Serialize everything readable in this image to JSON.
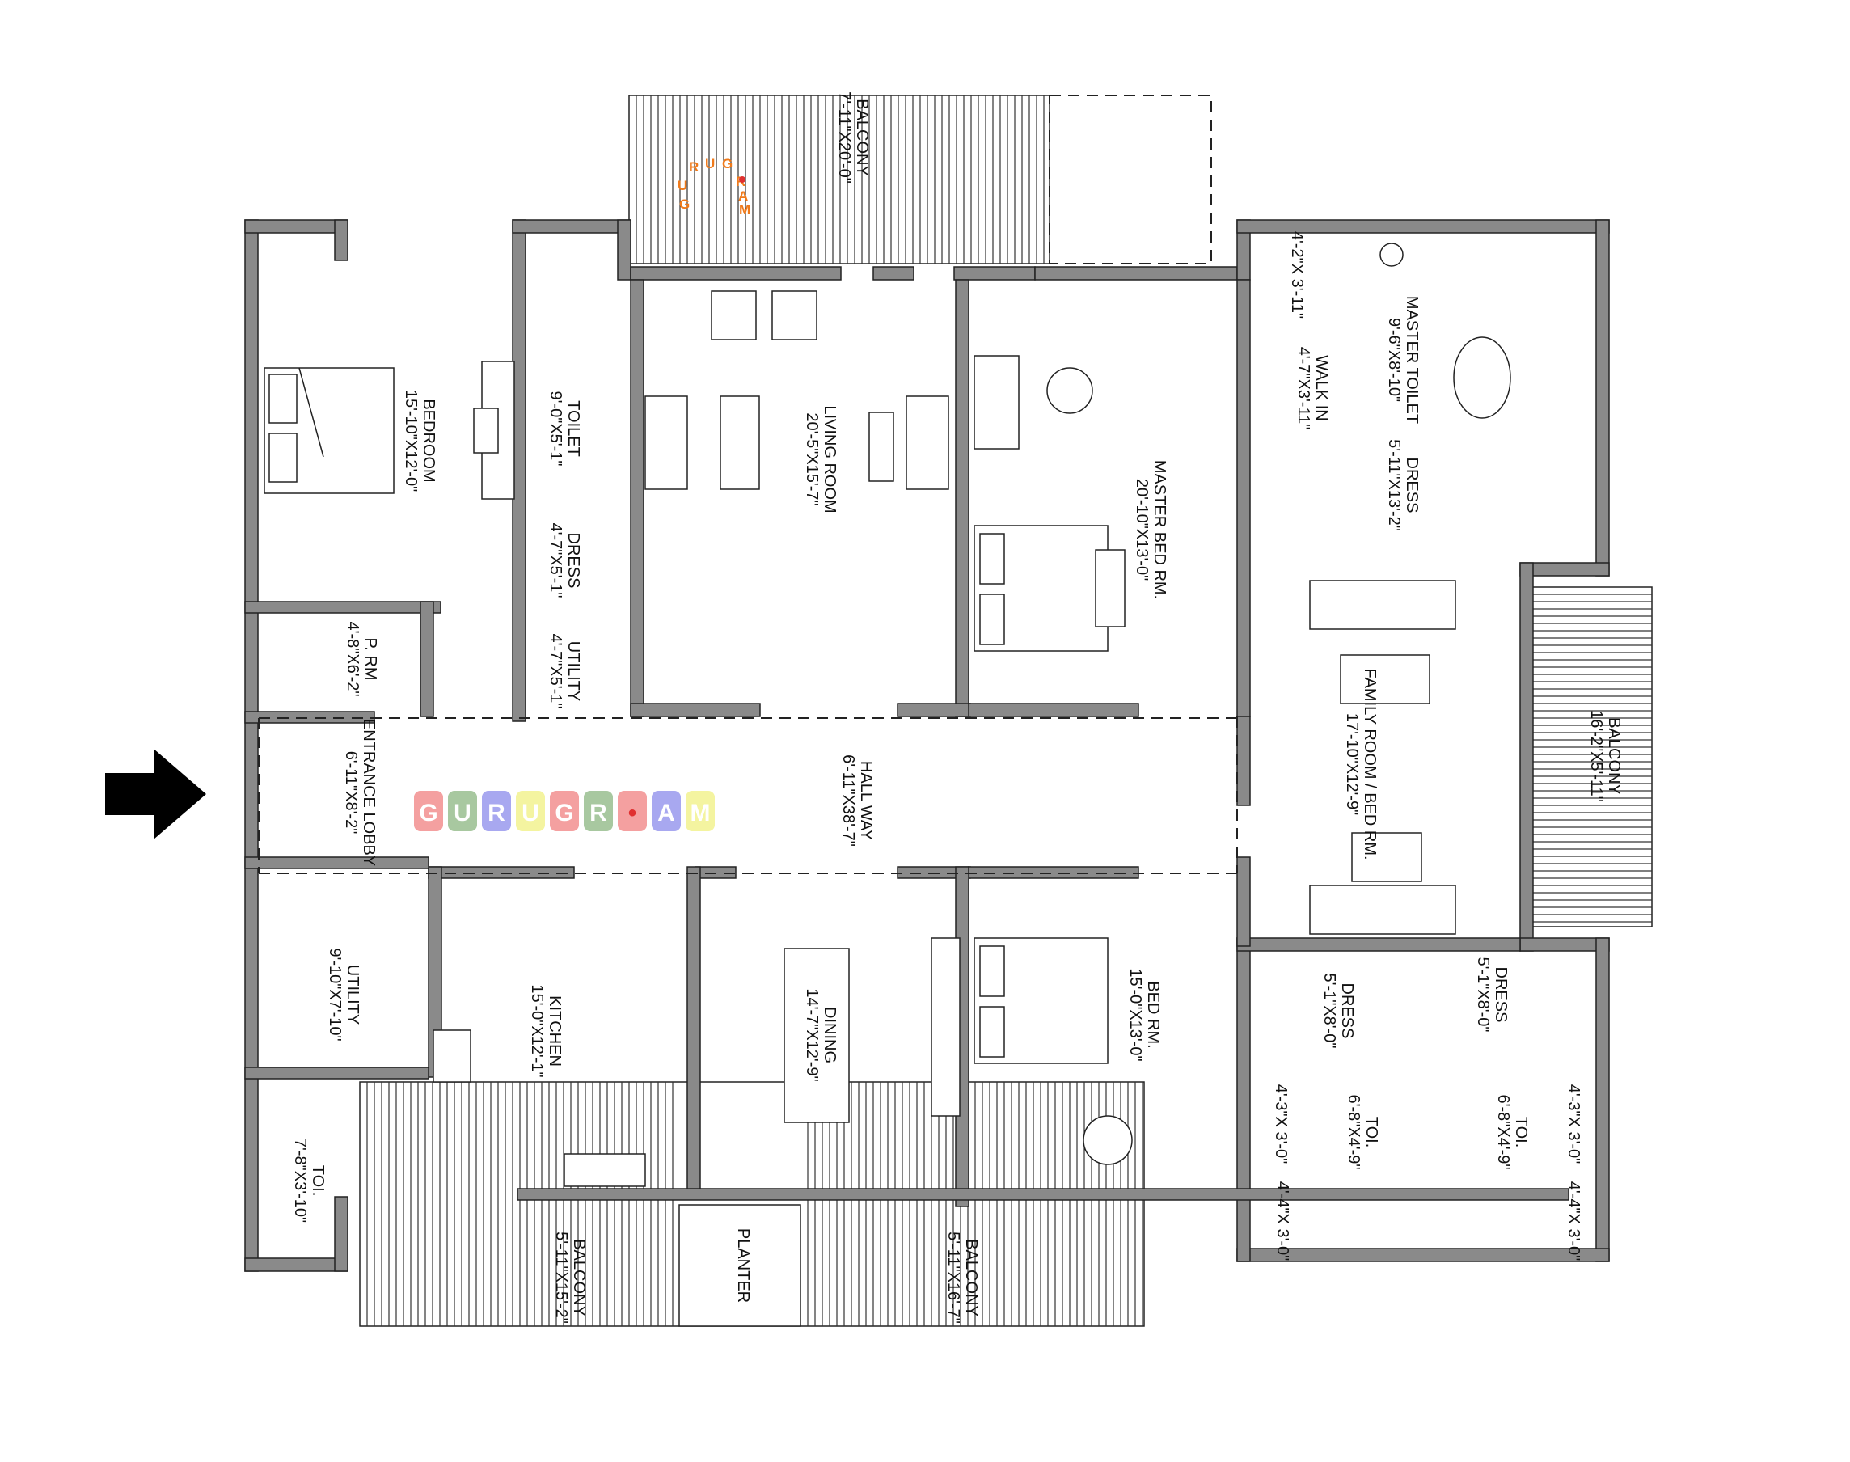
{
  "rooms": {
    "balcony_top": {
      "name": "BALCONY",
      "size": "7'-11\"X20'-0\""
    },
    "bedroom": {
      "name": "BEDROOM",
      "size": "15'-10\"X12'-0\""
    },
    "toilet": {
      "name": "TOILET",
      "size": "9'-0\"X5'-1\""
    },
    "dress_left": {
      "name": "DRESS",
      "size": "4'-7\"X5'-1\""
    },
    "utility_small": {
      "name": "UTILITY",
      "size": "4'-7\"X5'-1\""
    },
    "living_room": {
      "name": "LIVING ROOM",
      "size": "20'-5\"X15'-7\""
    },
    "master_bed": {
      "name": "MASTER BED RM.",
      "size": "20'-10\"X13'-0\""
    },
    "master_toilet": {
      "name": "MASTER TOILET",
      "size": "9'-6\"X8'-10\""
    },
    "walk_in": {
      "name": "WALK IN",
      "size": "4'-7\"X3'-11\""
    },
    "dress_master": {
      "name": "DRESS",
      "size": "5'-11\"X13'-2\""
    },
    "wc_master": {
      "size": "4'-2\"X 3'-11\""
    },
    "p_rm": {
      "name": "P. RM",
      "size": "4'-8\"X6'-2\""
    },
    "entrance_lobby": {
      "name": "ENTRANCE LOBBY",
      "size": "6'-11\"X8'-2\""
    },
    "hall_way": {
      "name": "HALL WAY",
      "size": "6'-11\"X38'-7\""
    },
    "family_room": {
      "name": "FAMILY ROOM / BED RM.",
      "size": "17'-10\"X12'-9\""
    },
    "balcony_right": {
      "name": "BALCONY",
      "size": "16'-2\"X5'-11\""
    },
    "utility_large": {
      "name": "UTILITY",
      "size": "9'-10\"X7'-10\""
    },
    "kitchen": {
      "name": "KITCHEN",
      "size": "15'-0\"X12'-1\""
    },
    "dining": {
      "name": "DINING",
      "size": "14'-7\"X12'-9\""
    },
    "bed_rm": {
      "name": "BED RM.",
      "size": "15'-0\"X13'-0\""
    },
    "dress_a": {
      "name": "DRESS",
      "size": "5'-1\"X8'-0\""
    },
    "dress_b": {
      "name": "DRESS",
      "size": "5'-1\"X8'-0\""
    },
    "toi_a": {
      "name": "TOI.",
      "size": "6'-8\"X4'-9\""
    },
    "toi_b": {
      "name": "TOI.",
      "size": "6'-8\"X4'-9\""
    },
    "wc_a": {
      "size": "4'-3\"X 3'-0\""
    },
    "wc_b": {
      "size": "4'-3\"X 3'-0\""
    },
    "wc_c": {
      "size": "4'-4\"X 3'-0\""
    },
    "wc_d": {
      "size": "4'-4\"X 3'-0\""
    },
    "toi_left": {
      "name": "TOI.",
      "size": "7'-8\"X3'-10\""
    },
    "balcony_bottom_left": {
      "name": "BALCONY",
      "size": "5'-11\"X15'-2\""
    },
    "planter": {
      "name": "PLANTER"
    },
    "balcony_bottom_right": {
      "name": "BALCONY",
      "size": "5'-11\"X16'-7\""
    }
  },
  "watermark": {
    "letters": [
      "G",
      "U",
      "R",
      "U",
      "G",
      "R",
      "•",
      "A",
      "M"
    ],
    "colors": [
      "#f4a0a0",
      "#a8c8a0",
      "#a8a8f0",
      "#f4f4a0",
      "#f4a0a0",
      "#a8c8a0",
      "#f4a0a0",
      "#a8a8f0",
      "#f4f4a0"
    ],
    "small_letters": [
      "G",
      "U",
      "R",
      "U",
      "G",
      "R",
      "A",
      "M"
    ]
  },
  "entry_arrow": "entry-arrow-icon"
}
